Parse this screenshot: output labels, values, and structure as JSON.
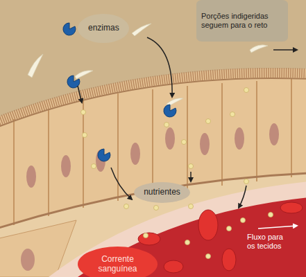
{
  "diagram": {
    "nodes": [
      {
        "text": [
          "enzimas"
        ]
      },
      {
        "text": [
          "Porções indigeridas seguem para o reto"
        ]
      },
      {
        "text": [
          "nutrientes"
        ]
      },
      {
        "text": [
          "Corrente sanguínea"
        ]
      }
    ],
    "labels": [
      "Fluxo para os tecidos"
    ]
  }
}
